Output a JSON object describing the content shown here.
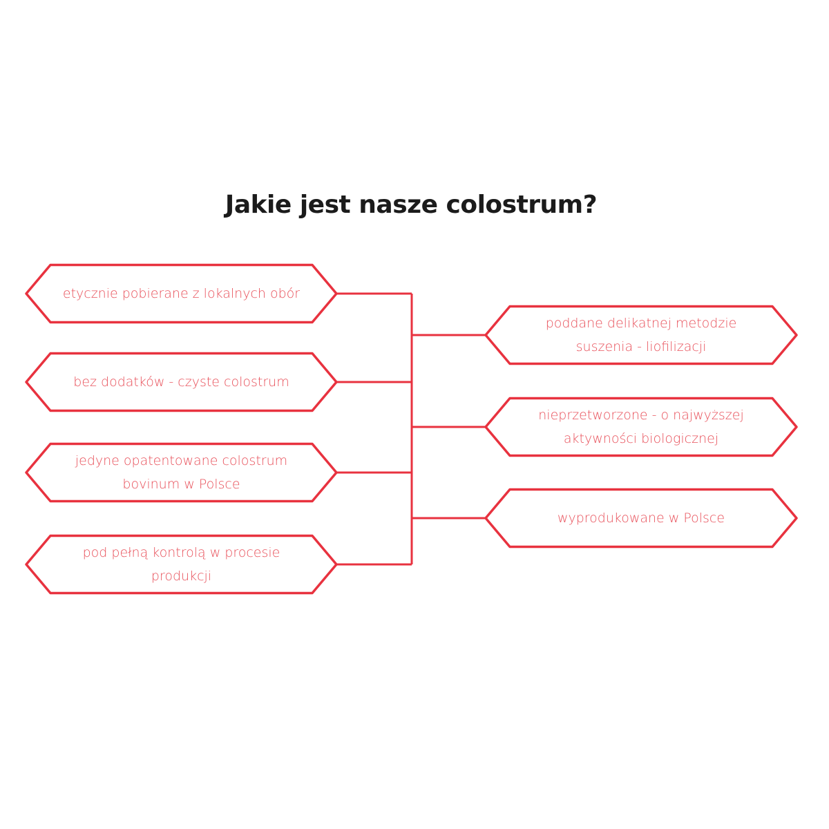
{
  "title": "Jakie jest nasze colostrum?",
  "accent_color": "#e8323f",
  "text_color": "#e8505a",
  "left_items": [
    "etycznie pobierane z lokalnych obór",
    "bez dodatków - czyste colostrum",
    "jedyne opatentowane colostrum bovinum w Polsce",
    "pod pełną kontrolą w procesie produkcji"
  ],
  "right_items": [
    "poddane delikatnej metodzie suszenia - liofilizacji",
    "nieprzetworzone - o najwyższej aktywności biologicznej",
    "wyprodukowane w Polsce"
  ]
}
